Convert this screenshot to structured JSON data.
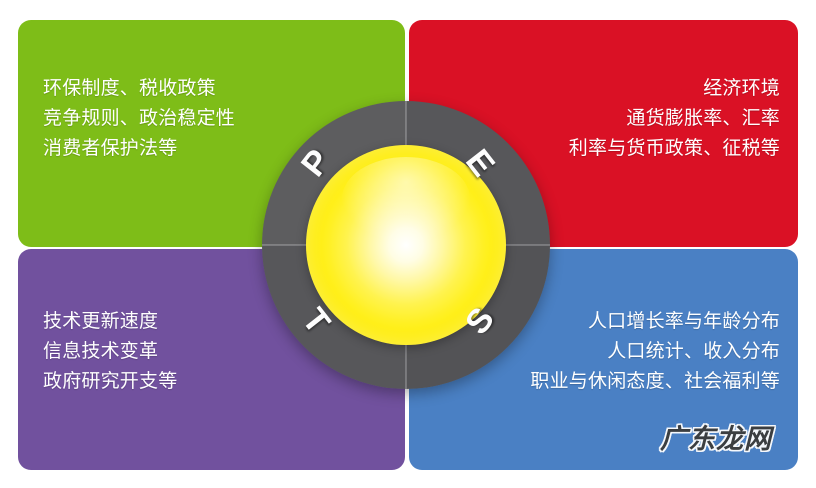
{
  "diagram": {
    "type": "PEST analysis wheel",
    "center": {
      "letters": [
        {
          "key": "political",
          "letter": "P"
        },
        {
          "key": "economic",
          "letter": "E"
        },
        {
          "key": "technological",
          "letter": "T"
        },
        {
          "key": "social",
          "letter": "S"
        }
      ],
      "sphere_color": "#ffef13",
      "ring_color": "#58585a"
    },
    "quadrants": [
      {
        "key": "political",
        "letter": "P",
        "color": "#7ebd18",
        "align": "left",
        "text": "环保制度、税收政策\n竞争规则、政治稳定性\n消费者保护法等"
      },
      {
        "key": "economic",
        "letter": "E",
        "color": "#da1125",
        "align": "right",
        "text": "经济环境\n通货膨胀率、汇率\n利率与货币政策、征税等"
      },
      {
        "key": "technological",
        "letter": "T",
        "color": "#71519e",
        "align": "left",
        "text": "技术更新速度\n信息技术变革\n政府研究开支等"
      },
      {
        "key": "social",
        "letter": "S",
        "color": "#4a80c4",
        "align": "right",
        "text": "人口增长率与年龄分布\n人口统计、收入分布\n职业与休闲态度、社会福利等"
      }
    ]
  },
  "watermark": {
    "text": "广东龙网"
  }
}
